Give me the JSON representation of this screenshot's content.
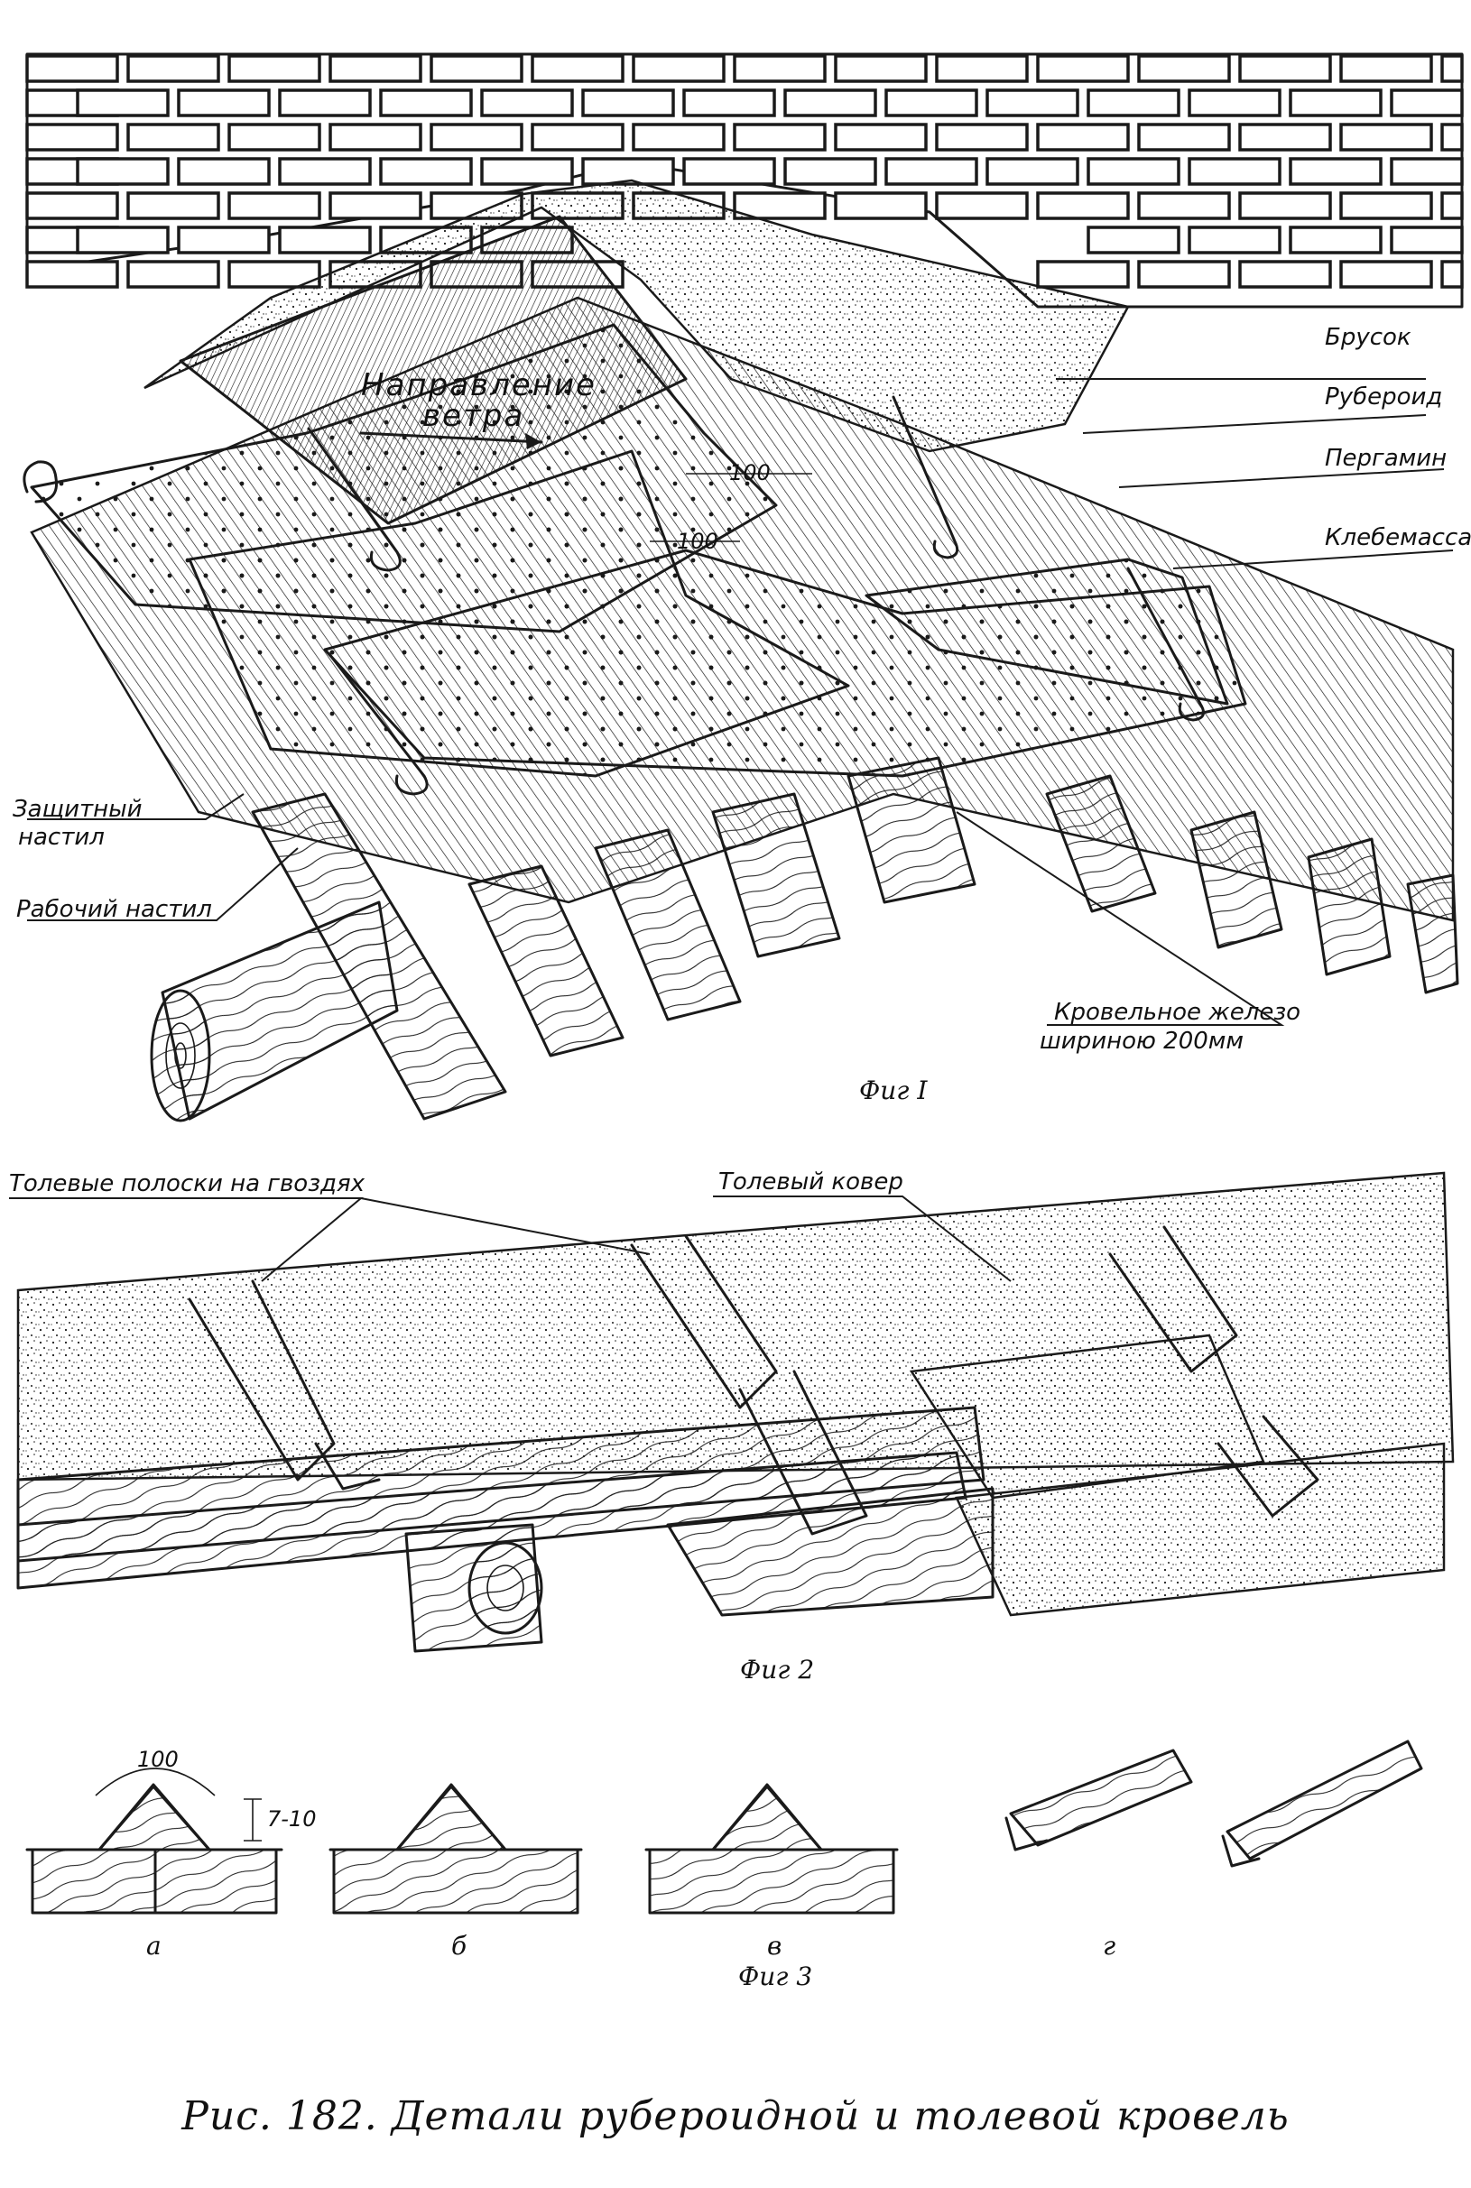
{
  "fig1": {
    "wind": {
      "line1": "Направление",
      "line2": "ветра"
    },
    "dims": {
      "top": "100",
      "bottom": "100"
    },
    "labels": {
      "brusok": "Брусок",
      "ruberoid": "Рубероид",
      "pergamin": "Пергамин",
      "klebemassa": "Клебемасса",
      "zashchitny_line1": "Защитный",
      "zashchitny_line2": "настил",
      "rabochy": "Рабочий настил",
      "zhelezo_line1": "Кровельное железо",
      "zhelezo_line2": "шириною 200мм"
    },
    "caption": "Фиг I"
  },
  "fig2": {
    "labels": {
      "polosky": "Толевые полоски на гвоздях",
      "kover": "Толевый ковер"
    },
    "caption": "Фиг 2"
  },
  "fig3": {
    "dims": {
      "width": "100",
      "height": "7-10"
    },
    "parts": [
      "а",
      "б",
      "в",
      "г"
    ],
    "caption": "Фиг 3"
  },
  "caption": "Рис. 182. Детали рубероидной и толевой кровель"
}
